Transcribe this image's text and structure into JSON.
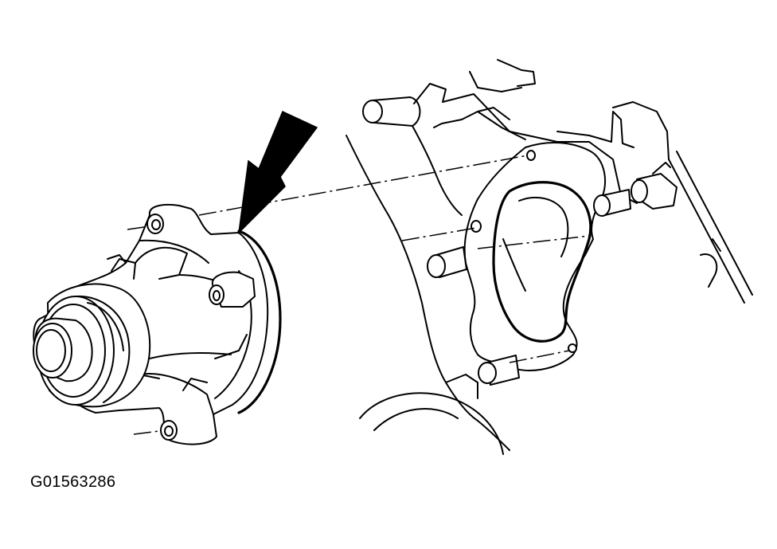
{
  "figure": {
    "id_label": "G01563286"
  },
  "parts": {
    "water_pump": "water-pump",
    "engine_block": "engine-front-cover",
    "indicator_arrow": "arrow-icon"
  }
}
